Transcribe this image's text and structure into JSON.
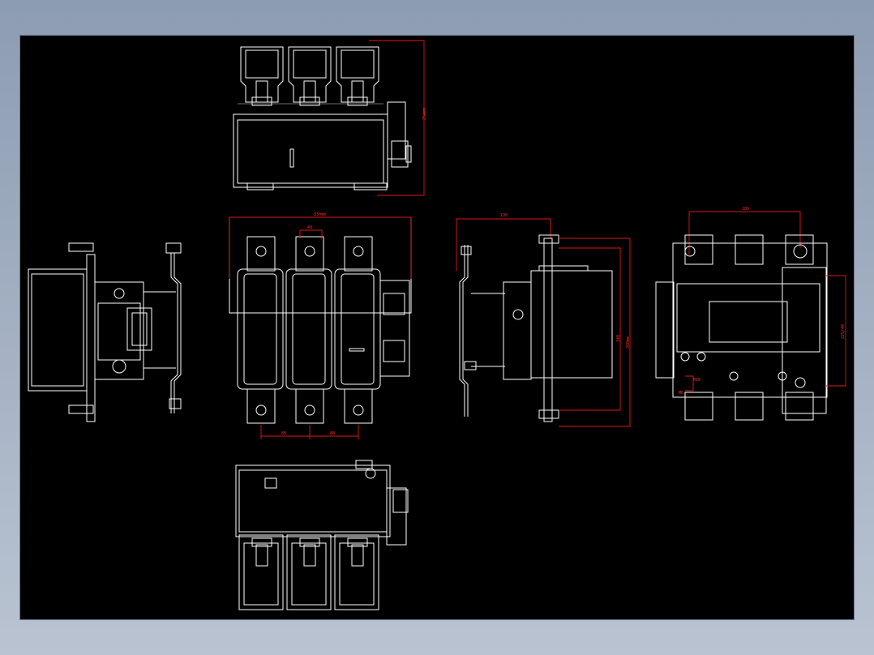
{
  "drawing": {
    "background": "#000000",
    "line_color": "#ffffff",
    "dimension_color": "#e01818"
  },
  "dimensions": {
    "top_height": "254mm",
    "front_width": "330mm",
    "front_pole_width": "48",
    "front_pitch_left": "88",
    "front_pitch_right": "88",
    "side_depth": "130",
    "side_height_a": "340",
    "side_height_b": "360mm",
    "back_width": "180",
    "back_height": "225/40",
    "back_small_a": "M6",
    "back_small_b": "M16"
  }
}
